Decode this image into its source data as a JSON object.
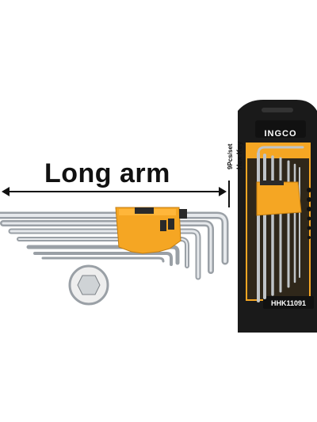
{
  "caption": "Long arm",
  "package": {
    "brand": "INGCO",
    "title_line1": "9Pcs/set",
    "title_line2": "Hex Key",
    "model": "HHK11091"
  },
  "colors": {
    "brand_orange": "#f5a623",
    "packaging_black": "#1a1a1a",
    "steel": "#c8ccd0"
  },
  "icons": {
    "measure_arrow": "double-headed-arrow",
    "hex_tip": "hex-ball-tip"
  }
}
